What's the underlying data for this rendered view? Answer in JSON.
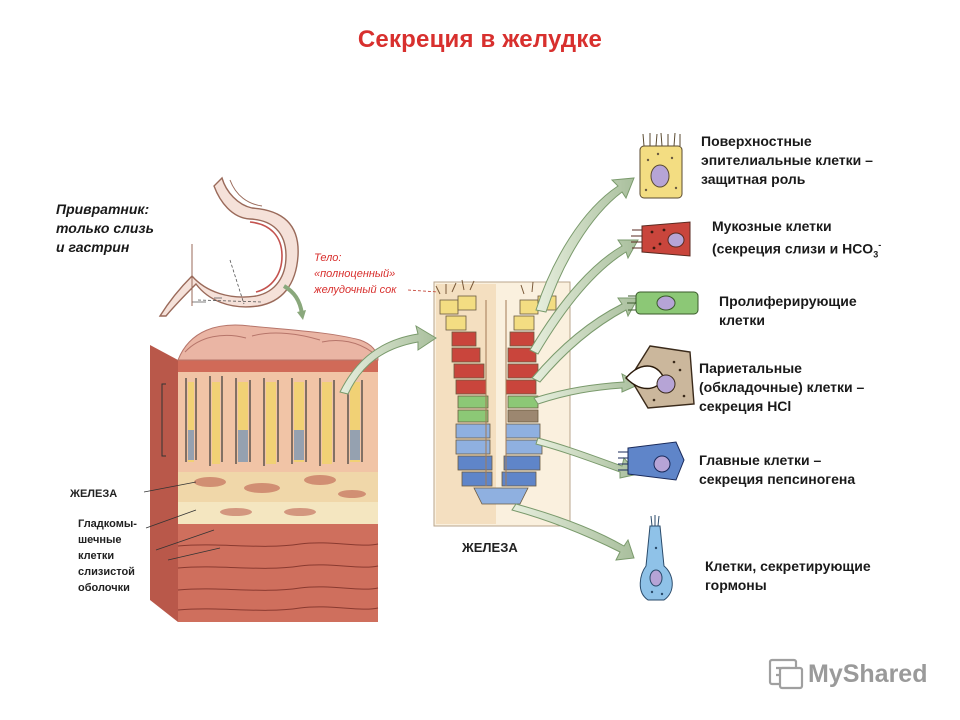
{
  "title": "Секреция в желудке",
  "labels": {
    "pylorus": "Привратник:\nтолько слизь\nи гастрин",
    "body": "Тело:\n«полноценный»\nжелудочный сок",
    "gland_left": "ЖЕЛЕЗА",
    "smooth_muscle": "Гладкомы-\nшечные\nклетки\nслизистой\nоболочки",
    "gland_center": "ЖЕЛЕЗА"
  },
  "cells": [
    {
      "label": "Поверхностные\nэпителиальные клетки –\nзащитная роль",
      "color": "#f3dd82"
    },
    {
      "label": "Мукозные клетки\n(секреция слизи и HCO",
      "sub": "3",
      "sup": "-",
      "color": "#c9453c"
    },
    {
      "label": "Пролиферирующие\nклетки",
      "color": "#8cc876"
    },
    {
      "label": "Париетальные\n(обкладочные) клетки –\nсекреция HCl",
      "color": "#9c8770"
    },
    {
      "label": "Главные клетки –\nсекреция пепсиногена",
      "color": "#5f85c9"
    },
    {
      "label": "Клетки, секретирующие\nгормоны",
      "color": "#8fc2e8"
    }
  ],
  "watermark": {
    "brand": "MyShared"
  }
}
